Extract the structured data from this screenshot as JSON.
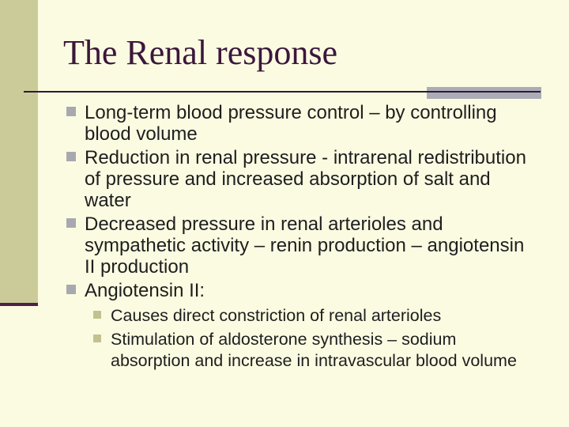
{
  "slide": {
    "title": "The Renal response",
    "bullets": [
      {
        "level": 1,
        "text": "Long-term blood pressure control – by controlling blood volume"
      },
      {
        "level": 1,
        "text": "Reduction in renal pressure - intrarenal redistribution of pressure and increased absorption of salt and water"
      },
      {
        "level": 1,
        "text": "Decreased pressure in renal arterioles and sympathetic activity – renin production – angiotensin II production"
      },
      {
        "level": 1,
        "text": "Angiotensin II:"
      },
      {
        "level": 2,
        "text": "Causes direct constriction of renal arterioles"
      },
      {
        "level": 2,
        "text": "Stimulation of aldosterone synthesis – sodium absorption and increase in intravascular blood volume"
      }
    ],
    "colors": {
      "background": "#FBFBE2",
      "side_bar": "#CBCB99",
      "side_bar_tick": "#4E2145",
      "title_text": "#3B173B",
      "title_rule": "#2E1936",
      "title_accent_rect": "#ACACB6",
      "bullet_level1": "#A8A8B0",
      "bullet_level2": "#C2C28F",
      "body_text": "#1E1E1E"
    }
  }
}
